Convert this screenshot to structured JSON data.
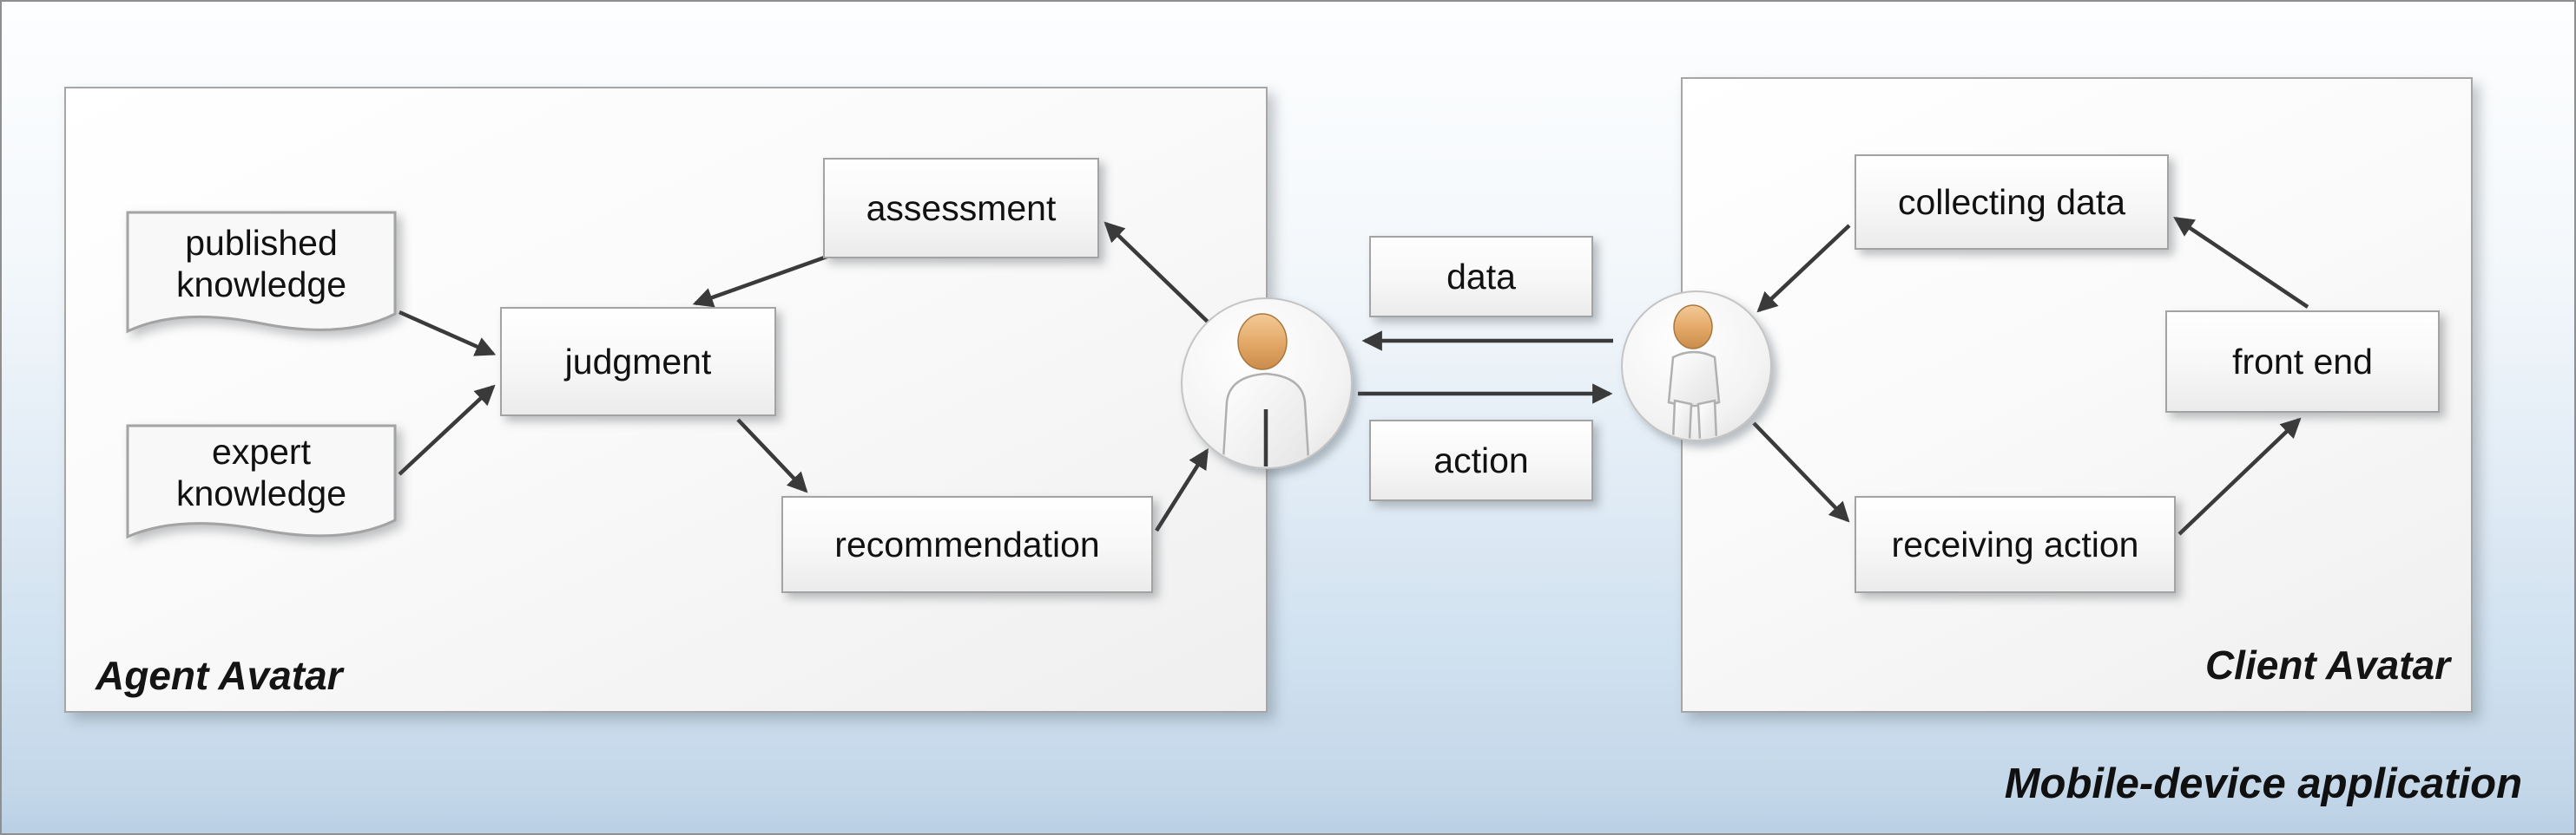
{
  "diagram": {
    "title": "Mobile-device application",
    "agent_container": {
      "label": "Agent Avatar"
    },
    "client_container": {
      "label": "Client Avatar"
    },
    "nodes": {
      "published_knowledge": "published knowledge",
      "expert_knowledge": "expert knowledge",
      "judgment": "judgment",
      "assessment": "assessment",
      "recommendation": "recommendation",
      "data": "data",
      "action": "action",
      "collecting_data": "collecting data",
      "front_end": "front end",
      "receiving_action": "receiving action"
    },
    "avatars": [
      {
        "name": "agent-avatar-figure",
        "container": "Agent Avatar"
      },
      {
        "name": "client-avatar-figure",
        "container": "Client Avatar"
      }
    ],
    "edges": [
      {
        "from": "published knowledge",
        "to": "judgment"
      },
      {
        "from": "expert knowledge",
        "to": "judgment"
      },
      {
        "from": "assessment",
        "to": "judgment"
      },
      {
        "from": "judgment",
        "to": "recommendation"
      },
      {
        "from": "recommendation",
        "to": "agent-avatar-figure"
      },
      {
        "from": "agent-avatar-figure",
        "to": "assessment"
      },
      {
        "from": "client-avatar-figure",
        "to": "agent-avatar-figure",
        "label": "data"
      },
      {
        "from": "agent-avatar-figure",
        "to": "client-avatar-figure",
        "label": "action"
      },
      {
        "from": "collecting data",
        "to": "client-avatar-figure"
      },
      {
        "from": "client-avatar-figure",
        "to": "receiving action"
      },
      {
        "from": "receiving action",
        "to": "front end"
      },
      {
        "from": "front end",
        "to": "collecting data"
      }
    ],
    "colors": {
      "background_top": "#fdfeff",
      "background_bottom": "#b9cfe4",
      "box_fill": "#f7f7f7",
      "box_border": "#a3a3a3",
      "arrow": "#3a3a3a",
      "avatar_skin": "#d89a58",
      "text": "#111111"
    }
  }
}
